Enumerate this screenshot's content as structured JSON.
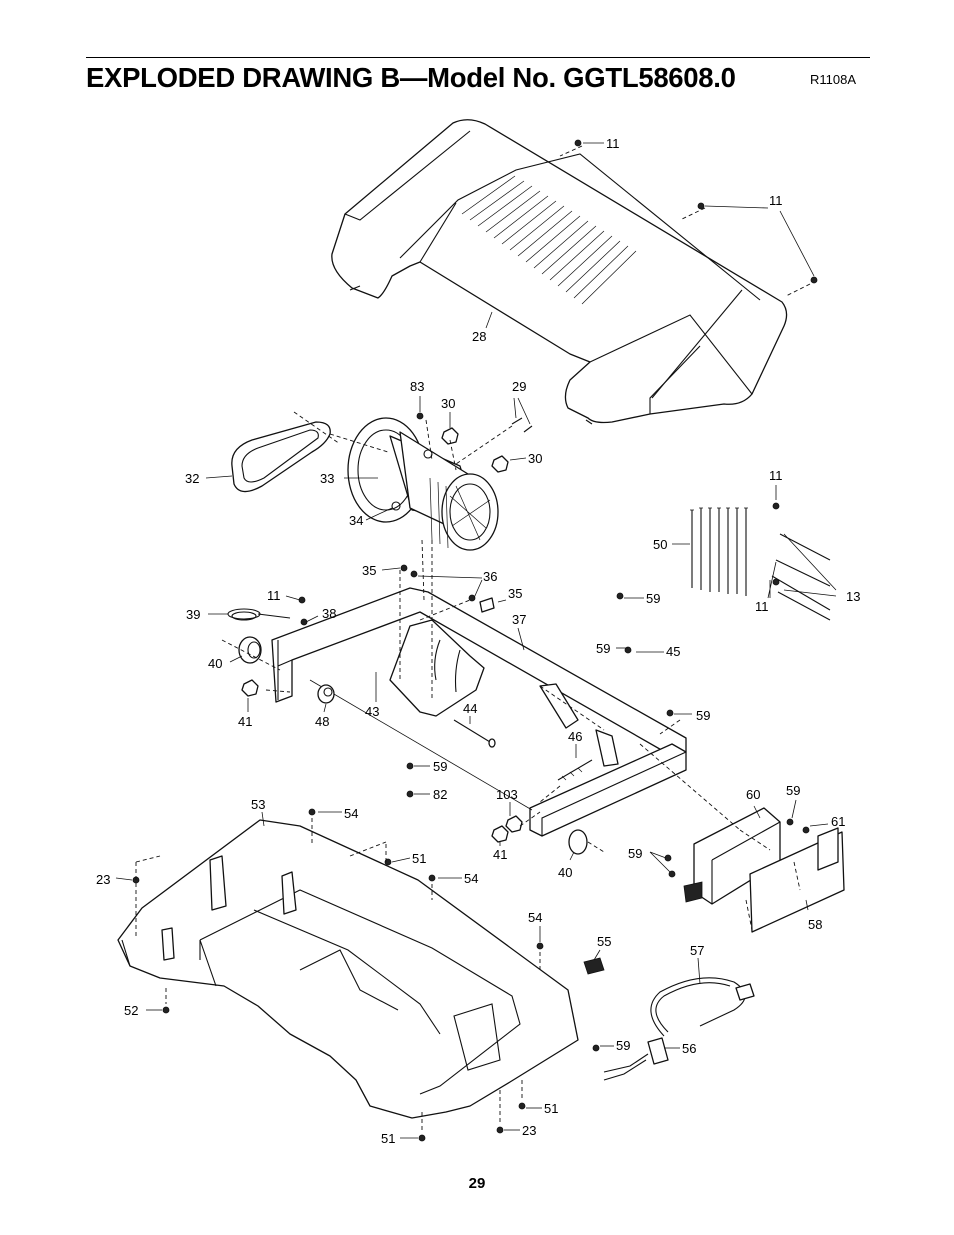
{
  "header": {
    "title": "EXPLODED DRAWING B—Model No. GGTL58608.0",
    "drawing_code": "R1108A"
  },
  "footer": {
    "page_number": "29"
  },
  "callouts": [
    {
      "id": "c11a",
      "text": "11"
    },
    {
      "id": "c11b",
      "text": "11"
    },
    {
      "id": "c28",
      "text": "28"
    },
    {
      "id": "c83",
      "text": "83"
    },
    {
      "id": "c30a",
      "text": "30"
    },
    {
      "id": "c29",
      "text": "29"
    },
    {
      "id": "c30b",
      "text": "30"
    },
    {
      "id": "c32",
      "text": "32"
    },
    {
      "id": "c33",
      "text": "33"
    },
    {
      "id": "c34",
      "text": "34"
    },
    {
      "id": "c11c",
      "text": "11"
    },
    {
      "id": "c50",
      "text": "50"
    },
    {
      "id": "c13",
      "text": "13"
    },
    {
      "id": "c11d",
      "text": "11"
    },
    {
      "id": "c35a",
      "text": "35"
    },
    {
      "id": "c36",
      "text": "36"
    },
    {
      "id": "c35b",
      "text": "35"
    },
    {
      "id": "c59a",
      "text": "59"
    },
    {
      "id": "c11e",
      "text": "11"
    },
    {
      "id": "c39",
      "text": "39"
    },
    {
      "id": "c38",
      "text": "38"
    },
    {
      "id": "c37",
      "text": "37"
    },
    {
      "id": "c40a",
      "text": "40"
    },
    {
      "id": "c59b",
      "text": "59"
    },
    {
      "id": "c45",
      "text": "45"
    },
    {
      "id": "c41a",
      "text": "41"
    },
    {
      "id": "c48",
      "text": "48"
    },
    {
      "id": "c43",
      "text": "43"
    },
    {
      "id": "c44",
      "text": "44"
    },
    {
      "id": "c59c",
      "text": "59"
    },
    {
      "id": "c46",
      "text": "46"
    },
    {
      "id": "c59d",
      "text": "59"
    },
    {
      "id": "c82",
      "text": "82"
    },
    {
      "id": "c53",
      "text": "53"
    },
    {
      "id": "c54a",
      "text": "54"
    },
    {
      "id": "c103",
      "text": "103"
    },
    {
      "id": "c60",
      "text": "60"
    },
    {
      "id": "c59e",
      "text": "59"
    },
    {
      "id": "c61",
      "text": "61"
    },
    {
      "id": "c41b",
      "text": "41"
    },
    {
      "id": "c51a",
      "text": "51"
    },
    {
      "id": "c59f",
      "text": "59"
    },
    {
      "id": "c40b",
      "text": "40"
    },
    {
      "id": "c23a",
      "text": "23"
    },
    {
      "id": "c54b",
      "text": "54"
    },
    {
      "id": "c58",
      "text": "58"
    },
    {
      "id": "c54c",
      "text": "54"
    },
    {
      "id": "c55",
      "text": "55"
    },
    {
      "id": "c57",
      "text": "57"
    },
    {
      "id": "c52",
      "text": "52"
    },
    {
      "id": "c59g",
      "text": "59"
    },
    {
      "id": "c56",
      "text": "56"
    },
    {
      "id": "c51b",
      "text": "51"
    },
    {
      "id": "c23b",
      "text": "23"
    },
    {
      "id": "c51c",
      "text": "51"
    }
  ]
}
